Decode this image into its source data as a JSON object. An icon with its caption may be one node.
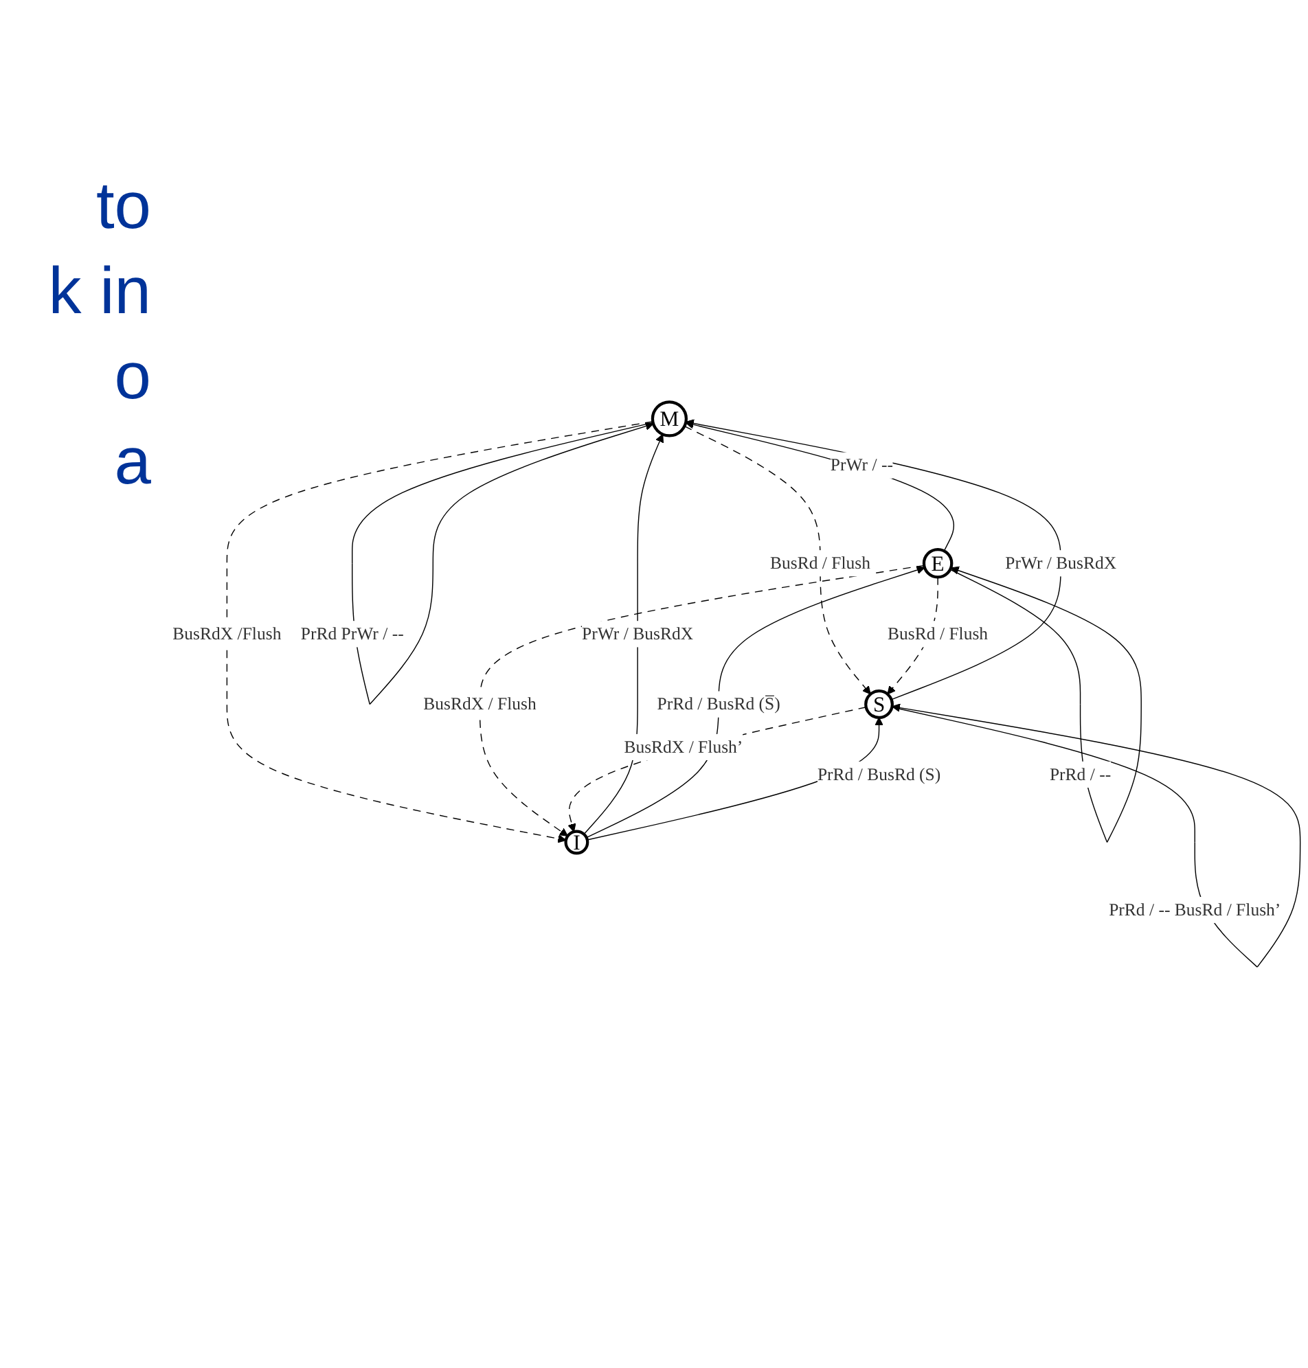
{
  "diagram": {
    "nodes": [
      {
        "text": [
          "M"
        ]
      },
      {
        "text": [
          "E"
        ]
      },
      {
        "text": [
          "S"
        ]
      },
      {
        "text": [
          "I"
        ]
      }
    ],
    "edges": [
      {
        "from": 0,
        "to": 0,
        "arrow": "to",
        "label": "PrRd PrWr / --"
      },
      {
        "from": 0,
        "to": 2,
        "arrow": "to",
        "label": "BusRd / Flush",
        "style": "dashed"
      },
      {
        "from": 0,
        "to": 3,
        "arrow": "to",
        "label": "BusRdX /Flush",
        "style": "dashed"
      },
      {
        "from": 1,
        "to": 0,
        "arrow": "to",
        "label": "PrWr / --"
      },
      {
        "from": 1,
        "to": 1,
        "arrow": "to",
        "label": "PrRd / --"
      },
      {
        "from": 1,
        "to": 2,
        "arrow": "to",
        "label": "BusRd / Flush",
        "style": "dashed"
      },
      {
        "from": 1,
        "to": 3,
        "arrow": "to",
        "label": "BusRdX / Flush",
        "style": "dashed"
      },
      {
        "from": 2,
        "to": 0,
        "arrow": "to",
        "label": "PrWr / BusRdX"
      },
      {
        "from": 2,
        "to": 2,
        "arrow": "to",
        "label": "PrRd / -- BusRd / Flush’"
      },
      {
        "from": 2,
        "to": 3,
        "arrow": "to",
        "label": "BusRdX / Flush’",
        "style": "dashed"
      },
      {
        "from": 3,
        "to": 0,
        "arrow": "to",
        "label": "PrWr / BusRdX"
      },
      {
        "from": 3,
        "to": 1,
        "arrow": "to",
        "label": "PrRd / BusRd (S̅)"
      },
      {
        "from": 3,
        "to": 2,
        "arrow": "to",
        "label": "PrRd / BusRd (S)"
      }
    ],
    "labels": [
      "to",
      "k in",
      "o",
      "a"
    ]
  }
}
